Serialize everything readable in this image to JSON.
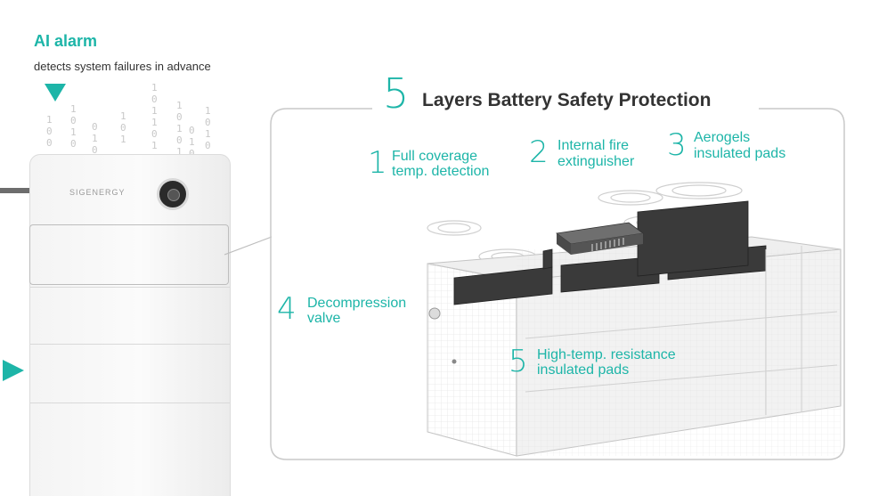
{
  "alarm": {
    "title": "AI alarm",
    "subtitle": "detects system failures in advance",
    "binary_columns": [
      "1\n0\n0",
      "1\n0\n1\n0",
      "0\n1\n0",
      "1\n0\n1",
      "1\n0\n1\n1\n0\n1",
      "1\n0\n1\n0\n1",
      "0\n1\n0",
      "1\n0\n1\n0"
    ]
  },
  "device": {
    "brand": "SIGENERGY"
  },
  "panel": {
    "number": "5",
    "title": "Layers Battery Safety Protection"
  },
  "layers": [
    {
      "number": "1",
      "text_lines": [
        "Full coverage",
        "temp. detection"
      ]
    },
    {
      "number": "2",
      "text_lines": [
        "Internal fire",
        "extinguisher"
      ]
    },
    {
      "number": "3",
      "text_lines": [
        "Aerogels",
        "insulated pads"
      ]
    },
    {
      "number": "4",
      "text_lines": [
        "Decompression",
        "valve"
      ]
    },
    {
      "number": "5",
      "text_lines": [
        "High-temp. resistance",
        "insulated pads"
      ]
    }
  ],
  "colors": {
    "accent": "#1db5a8",
    "frame": "#c9c9c9",
    "text": "#2f2f2f"
  }
}
